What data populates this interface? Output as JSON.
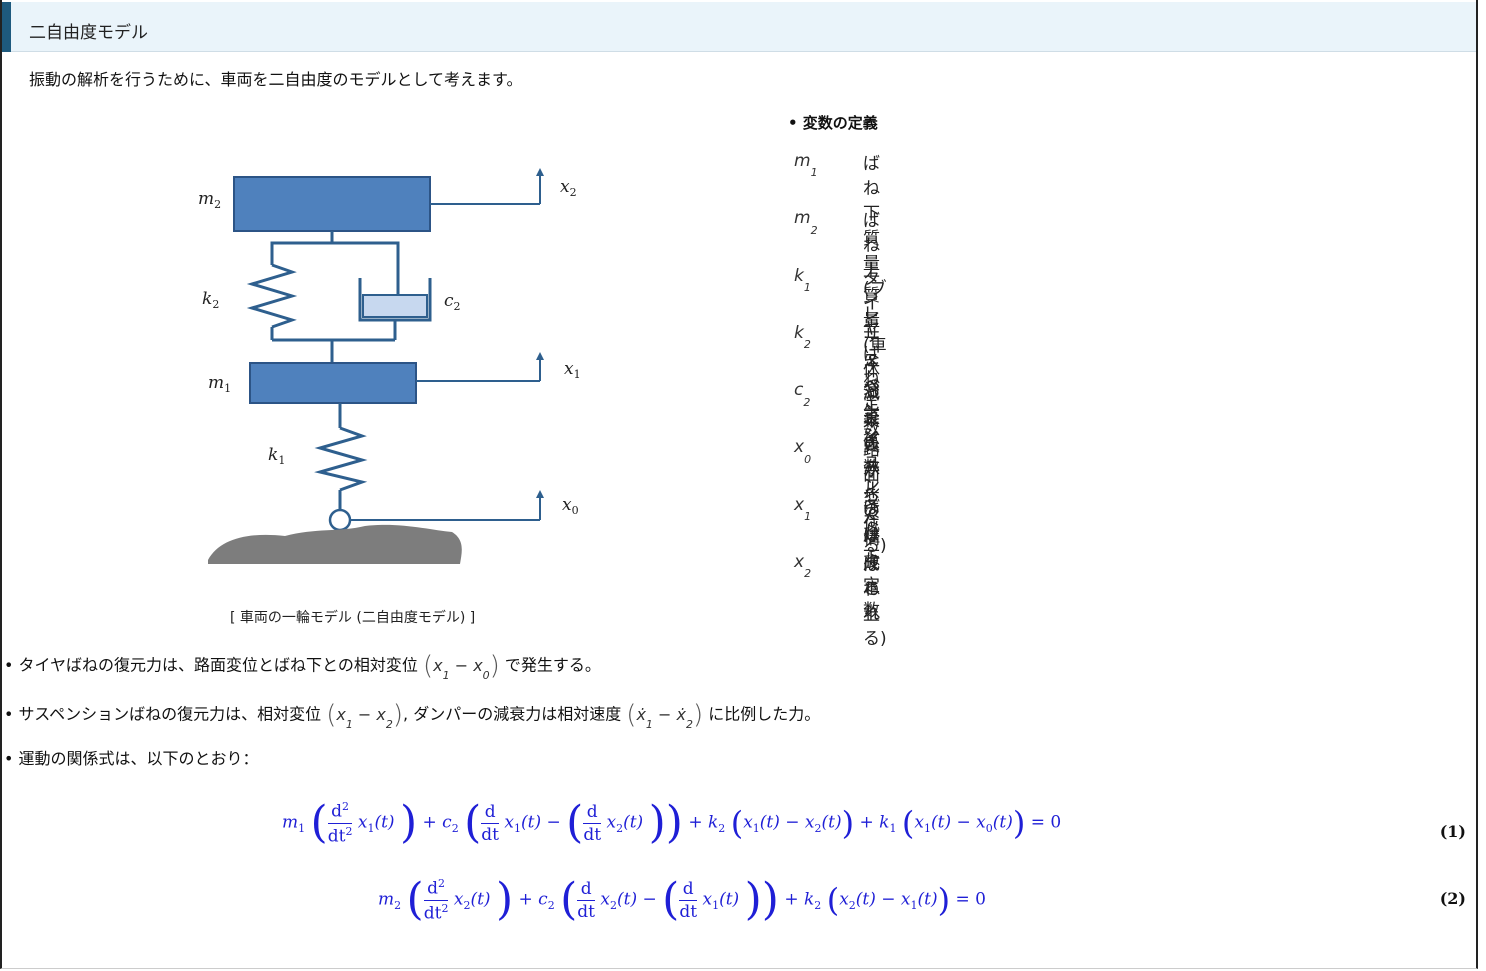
{
  "header": {
    "title": "二自由度モデル"
  },
  "intro": "振動の解析を行うために、車両を二自由度のモデルとして考えます。",
  "figure": {
    "labels": {
      "m2": "m",
      "m2_sub": "2",
      "k2": "k",
      "k2_sub": "2",
      "c2": "c",
      "c2_sub": "2",
      "m1": "m",
      "m1_sub": "1",
      "k1": "k",
      "k1_sub": "1",
      "x2": "x",
      "x2_sub": "2",
      "x1": "x",
      "x1_sub": "1",
      "x0": "x",
      "x0_sub": "0"
    },
    "colors": {
      "mass": "#4f81bd",
      "mass_border": "#2c5486",
      "damper": "#c7d8ef",
      "ground": "#777777",
      "line": "#2e5f8e"
    },
    "caption": "[ 車両の一輪モデル (二自由度モデル) ]"
  },
  "definitions": {
    "title": "• 変数の定義",
    "items": [
      {
        "sym": "m",
        "sub": "1",
        "desc": "ばね下質量 (ブレーキやホイールで構成される)"
      },
      {
        "sym": "m",
        "sub": "2",
        "desc": "ばね上質量 (車体や乗員からなる)"
      },
      {
        "sym": "k",
        "sub": "1",
        "desc": "タイヤばね定数"
      },
      {
        "sym": "k",
        "sub": "2",
        "desc": "サスペンションのばね定数"
      },
      {
        "sym": "c",
        "sub": "2",
        "desc": "減衰係数"
      },
      {
        "sym": "x",
        "sub": "0",
        "desc": "路面変位"
      },
      {
        "sym": "x",
        "sub": "1",
        "desc": "ばね下"
      },
      {
        "sym": "x",
        "sub": "2",
        "desc": "ばね上"
      }
    ]
  },
  "bullets": {
    "b1_text": "• タイヤばねの復元力は、路面変位とばね下との相対変位",
    "b1_tail": "で発生する。",
    "b2_text": "• サスペンションばねの復元力は、相対変位",
    "b2_mid": ", ダンパーの減衰力は相対速度",
    "b2_tail": "に比例した力。",
    "b3_text": "• 運動の関係式は、以下のとおり："
  },
  "equations": {
    "eq1_num": "(1)",
    "eq2_num": "(2)",
    "eq_color": "#1f1fd6"
  }
}
